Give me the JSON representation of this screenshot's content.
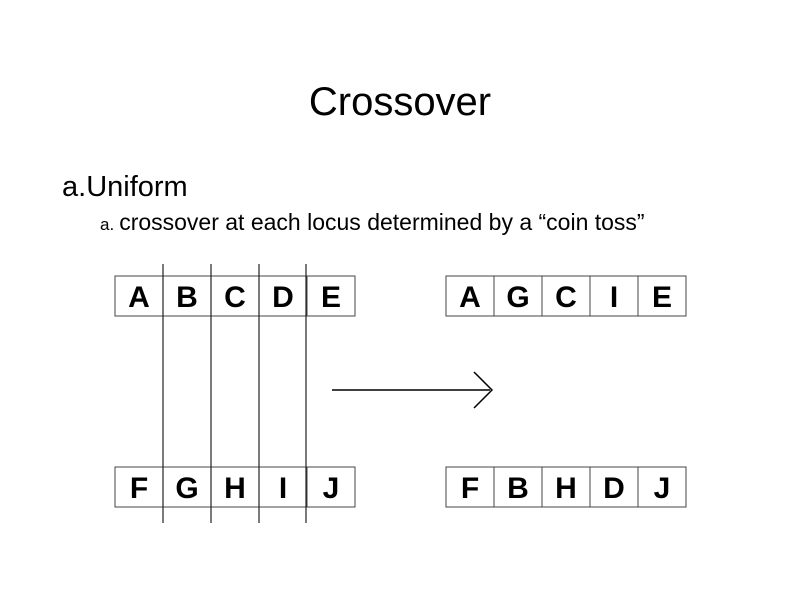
{
  "slide": {
    "title": "Crossover",
    "bullet_marker": "a.",
    "bullet_text": "Uniform",
    "sub_bullet_marker": "a.",
    "sub_bullet_text": "crossover at each locus determined by a “coin toss”"
  },
  "diagram": {
    "parent1": [
      "A",
      "B",
      "C",
      "D",
      "E"
    ],
    "parent2": [
      "F",
      "G",
      "H",
      "I",
      "J"
    ],
    "child1": [
      "A",
      "G",
      "C",
      "I",
      "E"
    ],
    "child2": [
      "F",
      "B",
      "H",
      "D",
      "J"
    ],
    "arrow": "right-arrow-icon",
    "colors": {
      "ink": "#000000",
      "box_border": "#444444",
      "divider": "#222222"
    }
  }
}
